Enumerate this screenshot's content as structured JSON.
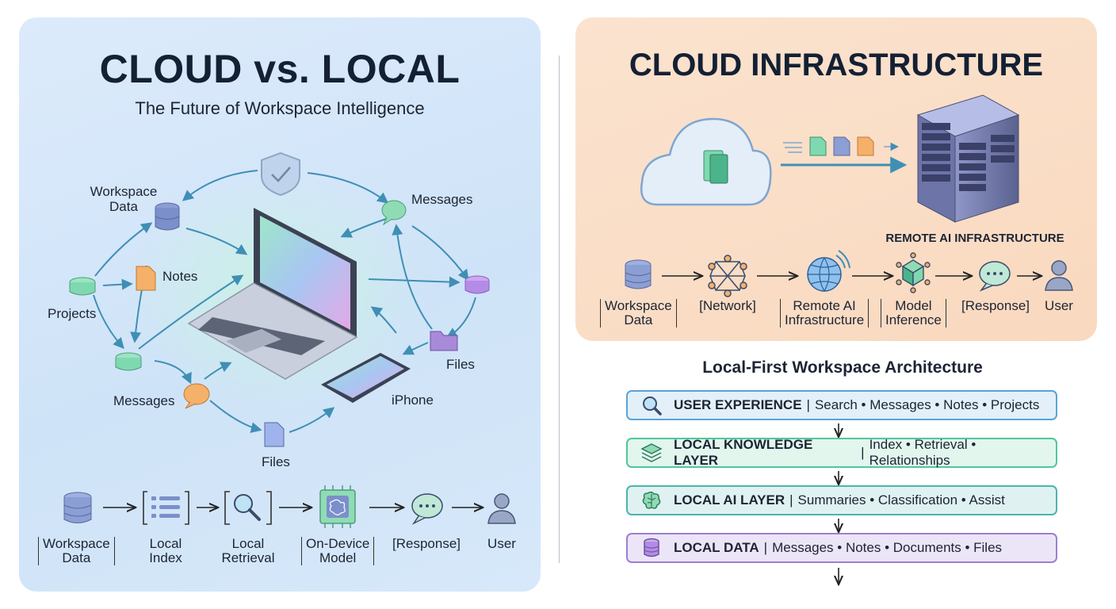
{
  "left": {
    "title": "CLOUD vs. LOCAL",
    "subtitle": "The Future of Workspace Intelligence",
    "nodes": {
      "workspace_data": "Workspace\nData",
      "notes": "Notes",
      "projects": "Projects",
      "messages_top": "Messages",
      "messages_bottom": "Messages",
      "files_right": "Files",
      "files_bottom": "Files",
      "iphone": "iPhone"
    },
    "flow": [
      {
        "label": "Workspace\nData",
        "bracketed": true,
        "icon": "database-icon"
      },
      {
        "label": "Local\nIndex",
        "bracketed": false,
        "icon": "index-list-icon"
      },
      {
        "label": "Local\nRetrieval",
        "bracketed": false,
        "icon": "magnifier-icon"
      },
      {
        "label": "On-Device\nModel",
        "bracketed": true,
        "icon": "brain-chip-icon"
      },
      {
        "label": "[Response]",
        "bracketed": false,
        "icon": "chat-bubble-icon"
      },
      {
        "label": "User",
        "bracketed": false,
        "icon": "user-icon"
      }
    ]
  },
  "right": {
    "title": "CLOUD INFRASTRUCTURE",
    "remote_label": "REMOTE AI INFRASTRUCTURE",
    "flow": [
      {
        "label": "Workspace\nData",
        "bracketed": true,
        "icon": "database-icon"
      },
      {
        "label": "[Network]",
        "bracketed": false,
        "icon": "network-icon"
      },
      {
        "label": "Remote AI\nInfrastructure",
        "bracketed": true,
        "icon": "globe-icon"
      },
      {
        "label": "Model\nInference",
        "bracketed": true,
        "icon": "model-cube-icon"
      },
      {
        "label": "[Response]",
        "bracketed": false,
        "icon": "chat-bubble-icon"
      },
      {
        "label": "User",
        "bracketed": false,
        "icon": "user-icon"
      }
    ]
  },
  "architecture": {
    "title": "Local-First Workspace Architecture",
    "layers": [
      {
        "name": "USER EXPERIENCE",
        "items": "Search • Messages • Notes • Projects",
        "color": "#5aa3d8",
        "bg": "#e3f0fa"
      },
      {
        "name": "LOCAL KNOWLEDGE LAYER",
        "items": "Index • Retrieval • Relationships",
        "color": "#4fc79a",
        "bg": "#e2f6ee"
      },
      {
        "name": "LOCAL AI LAYER",
        "items": "Summaries • Classification • Assist",
        "color": "#4cb4b0",
        "bg": "#dff2f1"
      },
      {
        "name": "LOCAL DATA",
        "items": "Messages • Notes • Documents • Files",
        "color": "#9b7fd4",
        "bg": "#ece5f7"
      }
    ]
  },
  "colors": {
    "left_panel": "#d6e8f9",
    "right_panel": "#fbe0ca",
    "arrow": "#3f8fb5",
    "teal_icon": "#7fd9b0",
    "purple_icon": "#b48be6",
    "orange_icon": "#f5b06a"
  }
}
